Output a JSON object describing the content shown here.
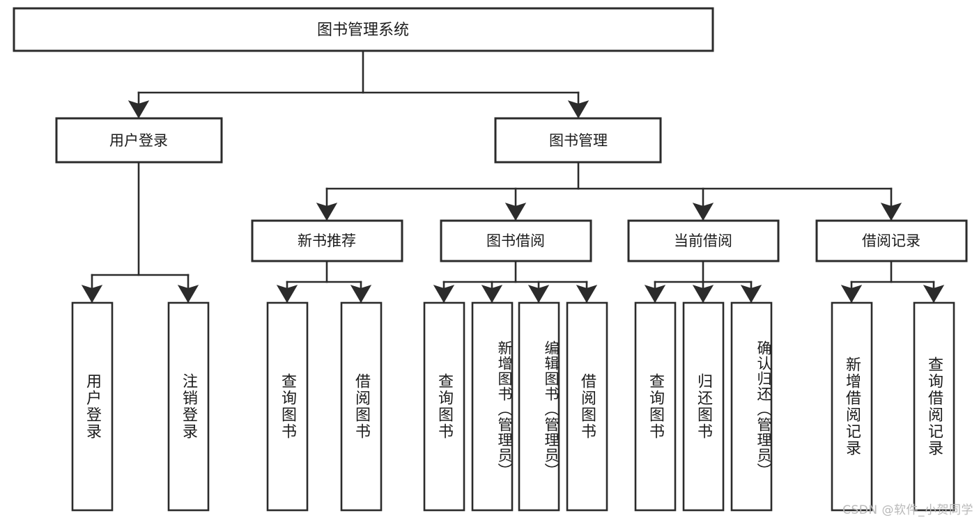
{
  "diagram": {
    "title": "图书管理系统",
    "watermark": "CSDN @软件_小贺同学",
    "colors": {
      "stroke": "#2b2b2b",
      "fill": "#ffffff",
      "text": "#1b1b1b",
      "watermark": "#b9b9b9"
    },
    "levels": {
      "root": {
        "label": "图书管理系统"
      },
      "level2": [
        {
          "id": "user-login",
          "label": "用户登录"
        },
        {
          "id": "book-management",
          "label": "图书管理"
        }
      ],
      "level3": [
        {
          "id": "new-book-recommend",
          "label": "新书推荐"
        },
        {
          "id": "book-borrow",
          "label": "图书借阅"
        },
        {
          "id": "current-borrow",
          "label": "当前借阅"
        },
        {
          "id": "borrow-record",
          "label": "借阅记录"
        }
      ],
      "leaves": {
        "user_login": [
          {
            "id": "leaf-user-login",
            "label": "用户登录"
          },
          {
            "id": "leaf-logout",
            "label": "注销登录"
          }
        ],
        "new_book_recommend": [
          {
            "id": "leaf-query-book-1",
            "label": "查询图书"
          },
          {
            "id": "leaf-borrow-book-1",
            "label": "借阅图书"
          }
        ],
        "book_borrow": [
          {
            "id": "leaf-query-book-2",
            "label": "查询图书"
          },
          {
            "id": "leaf-add-book",
            "label": "新增图书（管理员）"
          },
          {
            "id": "leaf-edit-book",
            "label": "编辑图书（管理员）"
          },
          {
            "id": "leaf-borrow-book-2",
            "label": "借阅图书"
          }
        ],
        "current_borrow": [
          {
            "id": "leaf-query-book-3",
            "label": "查询图书"
          },
          {
            "id": "leaf-return-book",
            "label": "归还图书"
          },
          {
            "id": "leaf-confirm-return",
            "label": "确认归还（管理员）"
          }
        ],
        "borrow_record": [
          {
            "id": "leaf-add-record",
            "label": "新增借阅记录"
          },
          {
            "id": "leaf-query-record",
            "label": "查询借阅记录"
          }
        ]
      }
    }
  },
  "chart_data": {
    "type": "tree-diagram",
    "title": "图书管理系统",
    "orientation": "top-down",
    "nodes": [
      {
        "id": "root",
        "label": "图书管理系统",
        "level": 0,
        "parent": null
      },
      {
        "id": "user-login",
        "label": "用户登录",
        "level": 1,
        "parent": "root"
      },
      {
        "id": "book-management",
        "label": "图书管理",
        "level": 1,
        "parent": "root"
      },
      {
        "id": "new-book-recommend",
        "label": "新书推荐",
        "level": 2,
        "parent": "book-management"
      },
      {
        "id": "book-borrow",
        "label": "图书借阅",
        "level": 2,
        "parent": "book-management"
      },
      {
        "id": "current-borrow",
        "label": "当前借阅",
        "level": 2,
        "parent": "book-management"
      },
      {
        "id": "borrow-record",
        "label": "借阅记录",
        "level": 2,
        "parent": "book-management"
      },
      {
        "id": "leaf-user-login",
        "label": "用户登录",
        "level": 2,
        "parent": "user-login"
      },
      {
        "id": "leaf-logout",
        "label": "注销登录",
        "level": 2,
        "parent": "user-login"
      },
      {
        "id": "leaf-query-book-1",
        "label": "查询图书",
        "level": 3,
        "parent": "new-book-recommend"
      },
      {
        "id": "leaf-borrow-book-1",
        "label": "借阅图书",
        "level": 3,
        "parent": "new-book-recommend"
      },
      {
        "id": "leaf-query-book-2",
        "label": "查询图书",
        "level": 3,
        "parent": "book-borrow"
      },
      {
        "id": "leaf-add-book",
        "label": "新增图书（管理员）",
        "level": 3,
        "parent": "book-borrow"
      },
      {
        "id": "leaf-edit-book",
        "label": "编辑图书（管理员）",
        "level": 3,
        "parent": "book-borrow"
      },
      {
        "id": "leaf-borrow-book-2",
        "label": "借阅图书",
        "level": 3,
        "parent": "book-borrow"
      },
      {
        "id": "leaf-query-book-3",
        "label": "查询图书",
        "level": 3,
        "parent": "current-borrow"
      },
      {
        "id": "leaf-return-book",
        "label": "归还图书",
        "level": 3,
        "parent": "current-borrow"
      },
      {
        "id": "leaf-confirm-return",
        "label": "确认归还（管理员）",
        "level": 3,
        "parent": "current-borrow"
      },
      {
        "id": "leaf-add-record",
        "label": "新增借阅记录",
        "level": 3,
        "parent": "borrow-record"
      },
      {
        "id": "leaf-query-record",
        "label": "查询借阅记录",
        "level": 3,
        "parent": "borrow-record"
      }
    ],
    "edges": [
      [
        "root",
        "user-login"
      ],
      [
        "root",
        "book-management"
      ],
      [
        "user-login",
        "leaf-user-login"
      ],
      [
        "user-login",
        "leaf-logout"
      ],
      [
        "book-management",
        "new-book-recommend"
      ],
      [
        "book-management",
        "book-borrow"
      ],
      [
        "book-management",
        "current-borrow"
      ],
      [
        "book-management",
        "borrow-record"
      ],
      [
        "new-book-recommend",
        "leaf-query-book-1"
      ],
      [
        "new-book-recommend",
        "leaf-borrow-book-1"
      ],
      [
        "book-borrow",
        "leaf-query-book-2"
      ],
      [
        "book-borrow",
        "leaf-add-book"
      ],
      [
        "book-borrow",
        "leaf-edit-book"
      ],
      [
        "book-borrow",
        "leaf-borrow-book-2"
      ],
      [
        "current-borrow",
        "leaf-query-book-3"
      ],
      [
        "current-borrow",
        "leaf-return-book"
      ],
      [
        "current-borrow",
        "leaf-confirm-return"
      ],
      [
        "borrow-record",
        "leaf-add-record"
      ],
      [
        "borrow-record",
        "leaf-query-record"
      ]
    ]
  }
}
